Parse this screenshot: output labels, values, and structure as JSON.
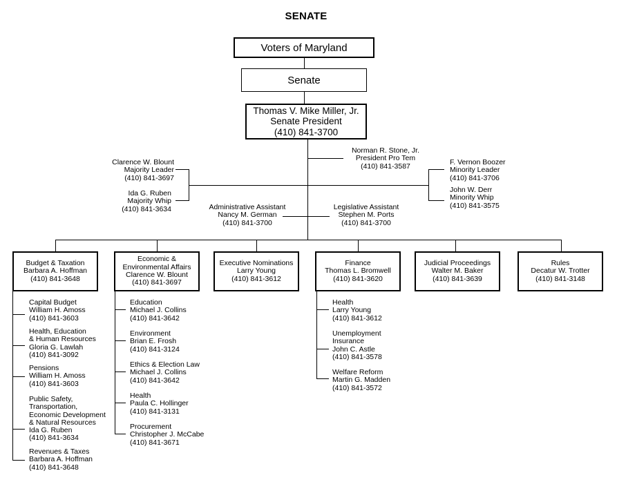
{
  "title": "SENATE",
  "top": {
    "voters": "Voters of Maryland",
    "senate": "Senate",
    "president": [
      "Thomas V. Mike Miller, Jr.",
      "Senate President",
      "(410) 841-3700"
    ]
  },
  "officers": {
    "pro_tem": [
      "Norman R. Stone, Jr.",
      "President Pro Tem",
      "(410) 841-3587"
    ],
    "majority_leader": [
      "Clarence W. Blount",
      "Majority Leader",
      "(410) 841-3697"
    ],
    "majority_whip": [
      "Ida G. Ruben",
      "Majority Whip",
      "(410) 841-3634"
    ],
    "minority_leader": [
      "F. Vernon Boozer",
      "Minority Leader",
      "(410) 841-3706"
    ],
    "minority_whip": [
      "John W. Derr",
      "Minority Whip",
      "(410) 841-3575"
    ],
    "admin_assistant": [
      "Administrative Assistant",
      "Nancy M. German",
      "(410) 841-3700"
    ],
    "leg_assistant": [
      "Legislative Assistant",
      "Stephen M. Ports",
      "(410) 841-3700"
    ]
  },
  "committees": [
    {
      "lines": [
        "Budget & Taxation",
        "Barbara A. Hoffman",
        "(410) 841-3648"
      ]
    },
    {
      "lines": [
        "Economic &",
        "Environmental Affairs",
        "Clarence W. Blount",
        "(410) 841-3697"
      ]
    },
    {
      "lines": [
        "Executive Nominations",
        "Larry Young",
        "(410) 841-3612"
      ]
    },
    {
      "lines": [
        "Finance",
        "Thomas L. Bromwell",
        "(410) 841-3620"
      ]
    },
    {
      "lines": [
        "Judicial Proceedings",
        "Walter M. Baker",
        "(410) 841-3639"
      ]
    },
    {
      "lines": [
        "Rules",
        "Decatur W. Trotter",
        "(410) 841-3148"
      ]
    }
  ],
  "subcommittees": {
    "budget": [
      [
        "Capital Budget",
        "William H. Amoss",
        "(410) 841-3603"
      ],
      [
        "Health, Education",
        "& Human Resources",
        "Gloria G. Lawlah",
        "(410) 841-3092"
      ],
      [
        "Pensions",
        "William H. Amoss",
        "(410) 841-3603"
      ],
      [
        "Public Safety,",
        "Transportation,",
        "Economic Development",
        "& Natural Resources",
        "Ida G. Ruben",
        "(410) 841-3634"
      ],
      [
        "Revenues & Taxes",
        "Barbara A. Hoffman",
        "(410) 841-3648"
      ]
    ],
    "economic": [
      [
        "Education",
        "Michael J. Collins",
        "(410) 841-3642"
      ],
      [
        "Environment",
        "Brian E. Frosh",
        "(410) 841-3124"
      ],
      [
        "Ethics & Election Law",
        "Michael J. Collins",
        "(410) 841-3642"
      ],
      [
        "Health",
        "Paula C. Hollinger",
        "(410) 841-3131"
      ],
      [
        "Procurement",
        "Christopher J. McCabe",
        "(410) 841-3671"
      ]
    ],
    "finance": [
      [
        "Health",
        "Larry Young",
        "(410) 841-3612"
      ],
      [
        "Unemployment",
        "Insurance",
        "John C. Astle",
        "(410) 841-3578"
      ],
      [
        "Welfare Reform",
        "Martin G. Madden",
        "(410) 841-3572"
      ]
    ]
  }
}
